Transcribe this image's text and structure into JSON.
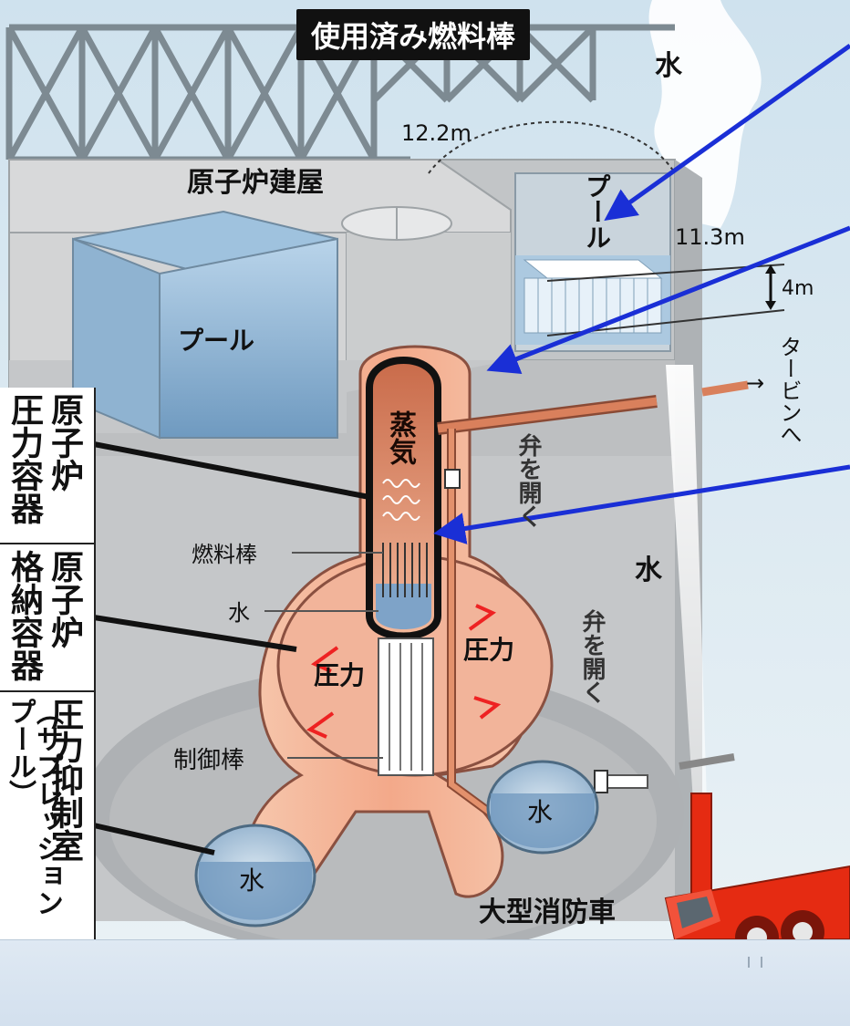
{
  "labels": {
    "spent_fuel_rods": "使用済み燃料棒",
    "reactor_building": "原子炉建屋",
    "pool_left": "プール",
    "pool_right": "プール",
    "dim_width": "12.2m",
    "dim_height": "11.3m",
    "dim_depth": "4m",
    "water_top": "水",
    "water_middle": "水",
    "to_turbine": "タービンへ",
    "steam": "蒸気",
    "open_valve_upper": "弁を開く",
    "open_valve_lower": "弁を開く",
    "fuel_rods": "燃料棒",
    "water_core": "水",
    "pressure_left": "圧力",
    "pressure_right": "圧力",
    "control_rods": "制御棒",
    "water_torus_left": "水",
    "water_torus_right": "水",
    "fire_truck": "大型消防車"
  },
  "side_labels": [
    {
      "line1": "原子炉",
      "line2": "圧力容器"
    },
    {
      "line1": "原子炉",
      "line2": "格納容器"
    },
    {
      "line1": "圧力抑制室",
      "line2": "（サプレッションプール）"
    }
  ],
  "colors": {
    "arrow": "#1a2fd6",
    "vessel": "#f4b79c",
    "water": "#7fa6c9",
    "truck": "#e52b12",
    "concrete": "#c9cbcd"
  }
}
